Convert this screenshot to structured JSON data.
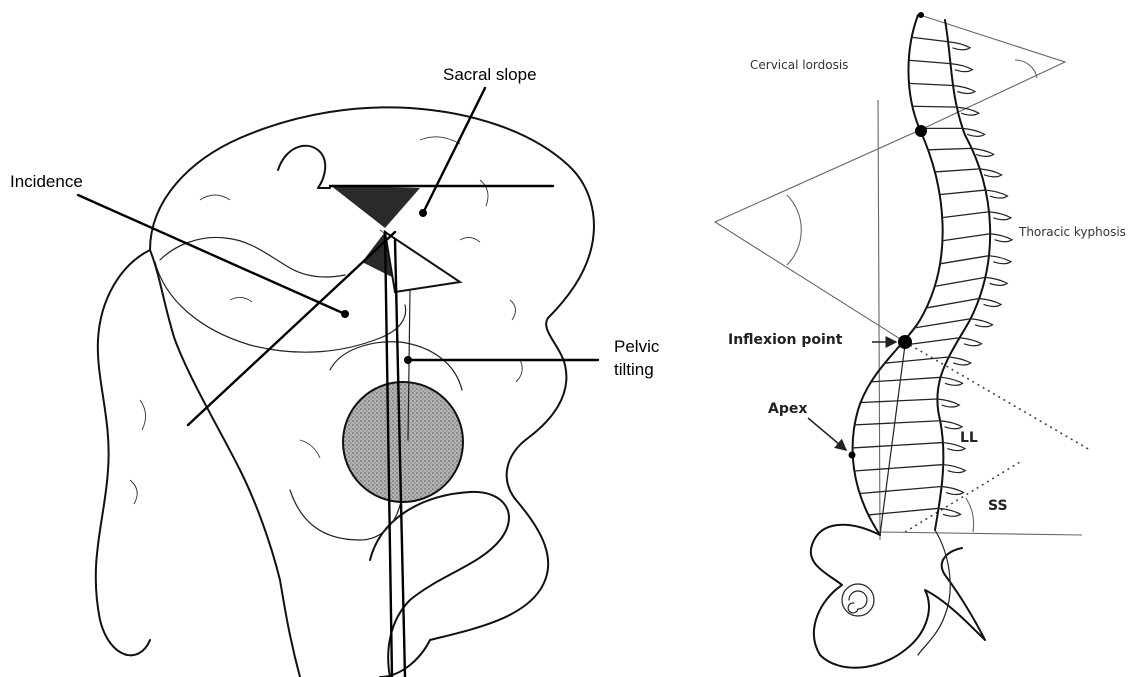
{
  "left_figure": {
    "labels": {
      "sacral_slope": "Sacral slope",
      "incidence": "Incidence",
      "pelvic_tilting_line1": "Pelvic",
      "pelvic_tilting_line2": "tilting"
    }
  },
  "right_figure": {
    "labels": {
      "cervical_lordosis": "Cervical lordosis",
      "thoracic_kyphosis": "Thoracic kyphosis",
      "inflexion_point": "Inflexion point",
      "apex": "Apex",
      "ll": "LL",
      "ss": "SS"
    }
  },
  "colors": {
    "ink": "#111111",
    "femoral_head_fill": "#9a9a9a",
    "wedge_fill": "#2a2a2a",
    "reference_line": "#666666"
  },
  "icons": [
    "pelvis-drawing",
    "spine-drawing",
    "femoral-head",
    "vertebra"
  ]
}
